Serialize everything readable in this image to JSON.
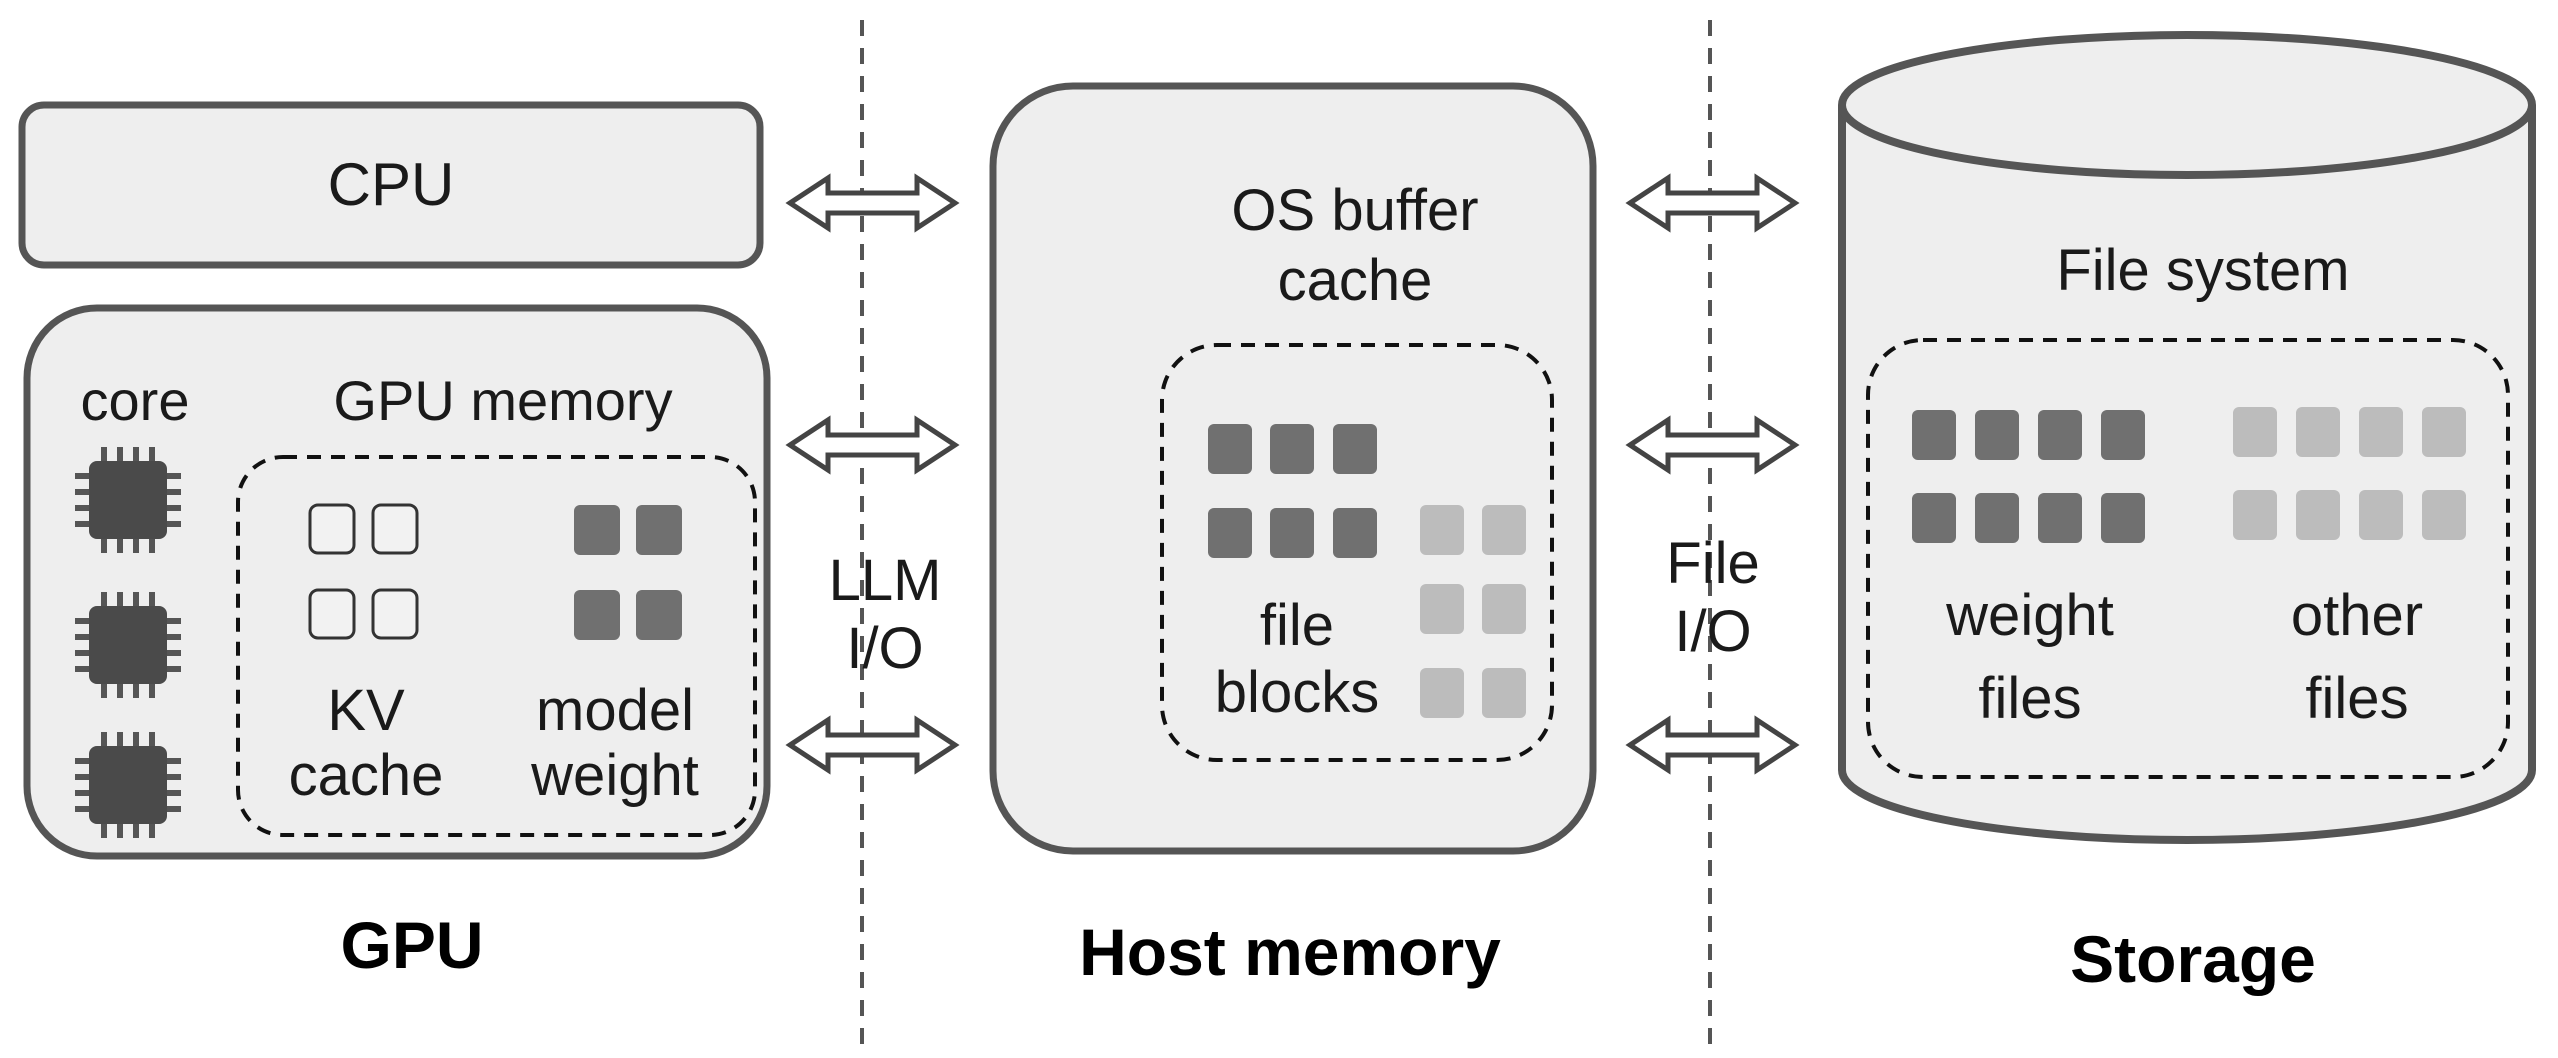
{
  "gpu": {
    "cpu_label": "CPU",
    "core_label": "core",
    "memory_label": "GPU memory",
    "kv_label_1": "KV",
    "kv_label_2": "cache",
    "weight_label_1": "model",
    "weight_label_2": "weight",
    "section_title": "GPU"
  },
  "llm_io": {
    "line1": "LLM",
    "line2": "I/O"
  },
  "host": {
    "cache_label_1": "OS buffer",
    "cache_label_2": "cache",
    "blocks_label_1": "file",
    "blocks_label_2": "blocks",
    "section_title": "Host memory"
  },
  "file_io": {
    "line1": "File",
    "line2": "I/O"
  },
  "storage": {
    "fs_label": "File system",
    "weight_files_1": "weight",
    "weight_files_2": "files",
    "other_files_1": "other",
    "other_files_2": "files",
    "section_title": "Storage"
  },
  "colors": {
    "panel_fill": "#eeeeee",
    "outline": "#555555",
    "dark_block": "#707070",
    "light_block": "#bcbcbc",
    "chip": "#4a4a4a"
  }
}
